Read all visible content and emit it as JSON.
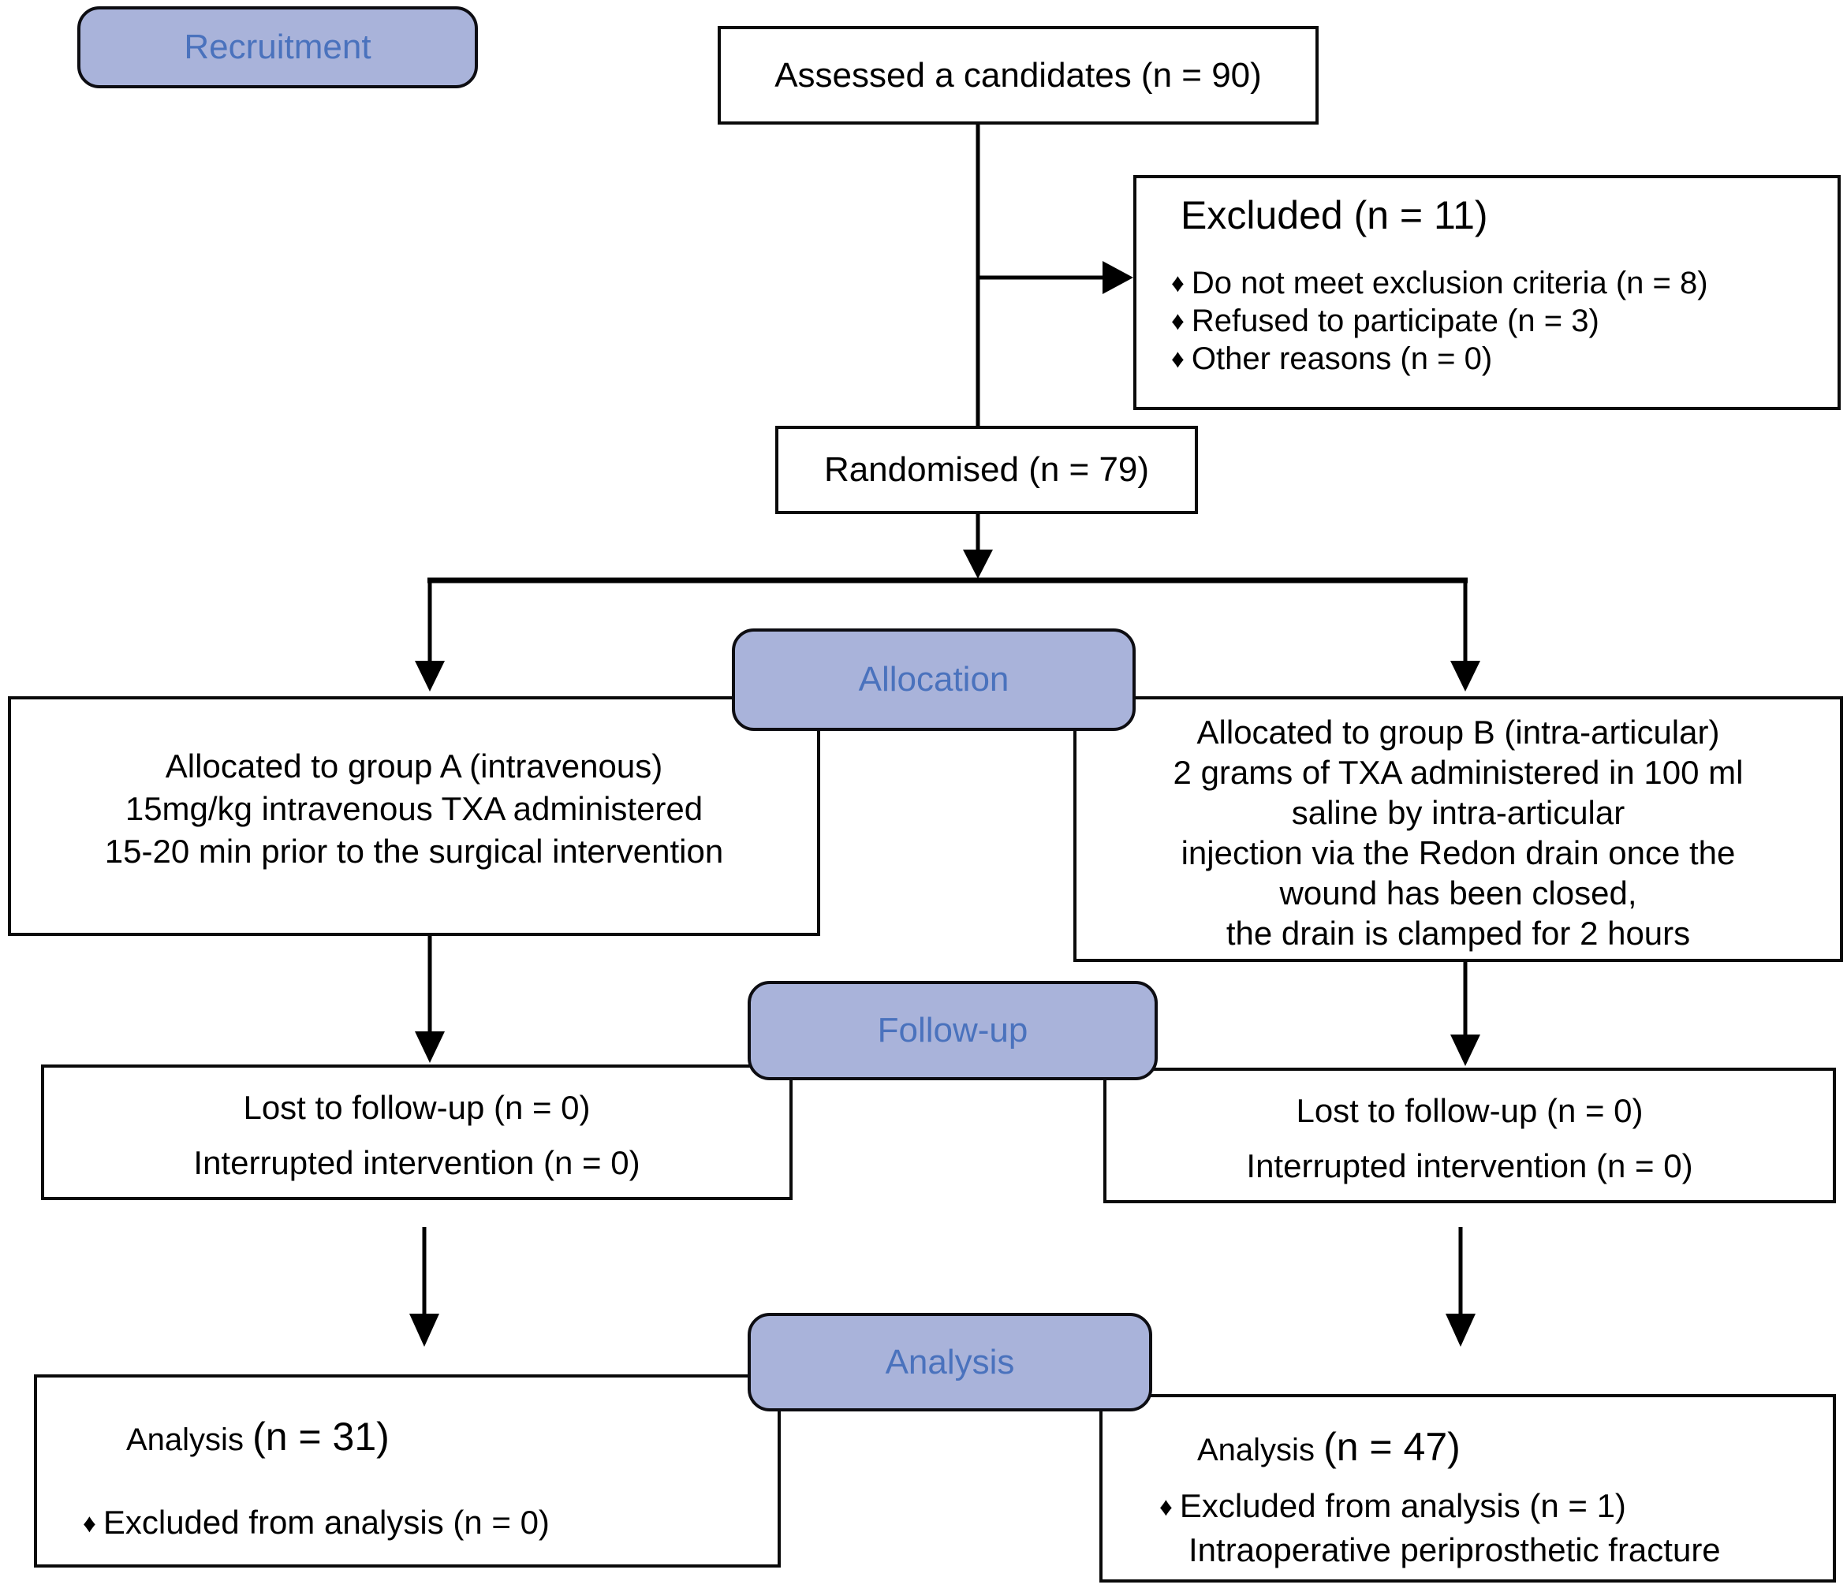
{
  "diagram": {
    "stages": {
      "recruitment": "Recruitment",
      "allocation": "Allocation",
      "followup": "Follow-up",
      "analysis": "Analysis"
    },
    "boxes": {
      "assessed": {
        "text": "Assessed a candidates (n = 90)"
      },
      "excluded": {
        "title": "Excluded (n = 11)",
        "bullet_icon": "♦",
        "items": [
          "Do not meet exclusion criteria (n = 8)",
          "Refused to participate (n = 3)",
          "Other reasons (n = 0)"
        ]
      },
      "randomised": {
        "text": "Randomised (n = 79)"
      },
      "alloc_a": {
        "lines": [
          "Allocated to group A (intravenous)",
          "15mg/kg intravenous TXA administered",
          "15-20 min prior to the surgical intervention"
        ]
      },
      "alloc_b": {
        "lines": [
          "Allocated to group B (intra-articular)",
          "2 grams of TXA administered in 100 ml",
          "saline by intra-articular",
          "injection via the Redon drain once the",
          "wound has been closed,",
          "the drain is clamped for 2 hours"
        ]
      },
      "followup_a": {
        "lines": [
          "Lost to follow-up (n = 0)",
          "Interrupted intervention (n = 0)"
        ]
      },
      "followup_b": {
        "lines": [
          "Lost to follow-up (n = 0)",
          "Interrupted intervention (n = 0)"
        ]
      },
      "analysis_a": {
        "title": "Analysis",
        "n": "(n = 31)",
        "bullet_icon": "♦",
        "bullet": "Excluded from analysis (n = 0)"
      },
      "analysis_b": {
        "title": "Analysis",
        "n": "(n = 47)",
        "bullet_icon": "♦",
        "bullet": "Excluded from analysis (n = 1)",
        "bullet_detail": "Intraoperative periprosthetic fracture"
      }
    },
    "colors": {
      "pill_fill": "#a9b3da",
      "pill_text": "#4a72bd",
      "line": "#000000",
      "box_border": "#0a0a0a",
      "background": "#ffffff"
    }
  }
}
